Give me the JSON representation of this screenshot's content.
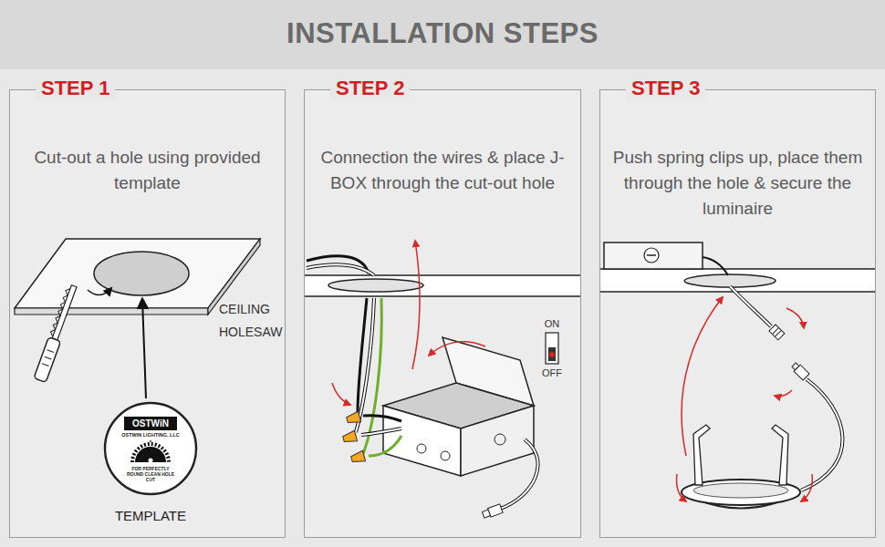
{
  "diagram": {
    "title": "INSTALLATION STEPS",
    "nodes": [
      {
        "text": [
          "STEP 1",
          "Cut-out a hole using provided template"
        ]
      },
      {
        "text": [
          "STEP 2",
          "Connection the wires & place J-BOX through the cut-out hole"
        ]
      },
      {
        "text": [
          "STEP 3",
          "Push spring clips up, place them through the hole & secure the luminaire"
        ]
      }
    ],
    "labels": [
      "CEILING",
      "HOLESAW",
      "OSTWiN",
      "OSTWIN LIGHTING, LLC",
      "FOR PERFECTLY ROUND CLEAN HOLE CUT",
      "TEMPLATE",
      "ON",
      "OFF"
    ]
  }
}
